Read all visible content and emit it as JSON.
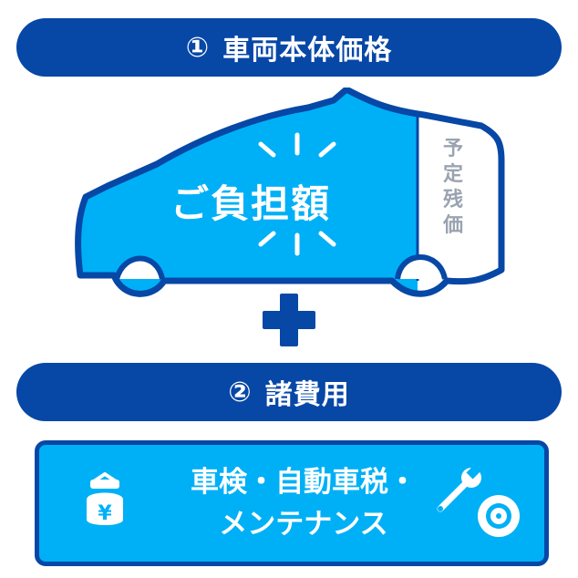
{
  "section1": {
    "number": "①",
    "title": "車両本体価格"
  },
  "car": {
    "burden_label": "ご負担額",
    "residual_chars": [
      "予",
      "定",
      "残",
      "価"
    ]
  },
  "section2": {
    "number": "②",
    "title": "諸費用"
  },
  "expenses": {
    "line1": "車検・自動車税・",
    "line2": "メンテナンス"
  },
  "colors": {
    "navy": "#0747A6",
    "sky": "#00B0F6",
    "residual_text": "#9aa3b0"
  },
  "icons": [
    "yen-purse-icon",
    "wrench-icon",
    "tire-icon"
  ]
}
